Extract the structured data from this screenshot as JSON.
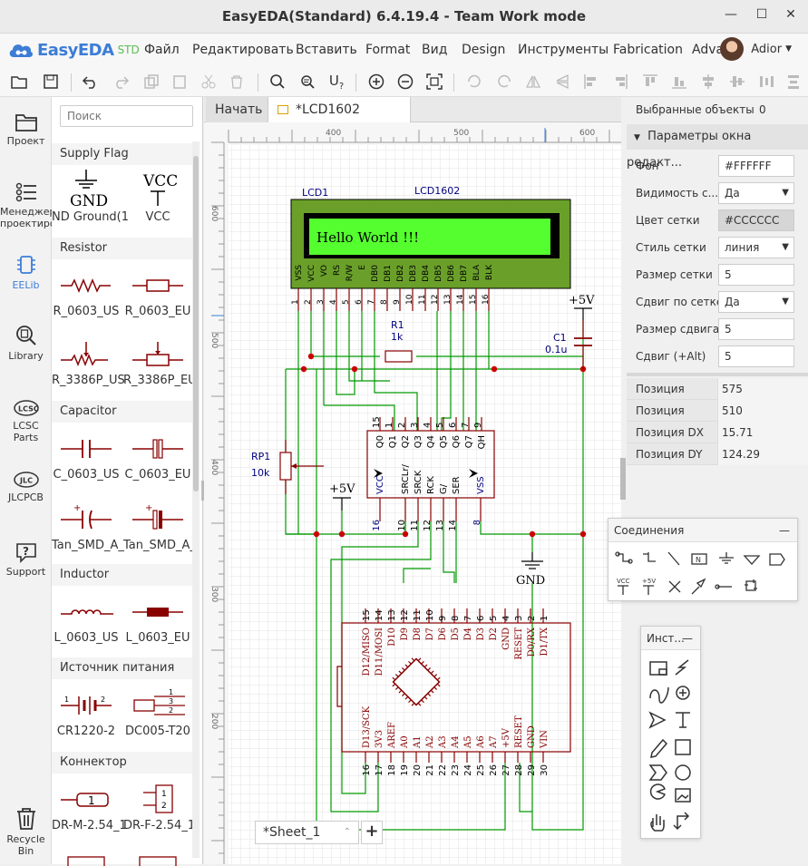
{
  "window": {
    "title": "EasyEDA(Standard) 6.4.19.4 - Team Work mode"
  },
  "logo": {
    "name": "EasyEDA",
    "edition": "STD"
  },
  "menu": [
    "Файл",
    "Редактировать",
    "Вставить",
    "Format",
    "Вид",
    "Design",
    "Инструменты",
    "Fabrication",
    "Advan"
  ],
  "user": {
    "name": "Adior"
  },
  "nav": {
    "project": "Проект",
    "manager": [
      "Менеджер",
      "проектиро"
    ],
    "eelib": "EELib",
    "library": "Library",
    "lcsc": [
      "LCSC",
      "Parts"
    ],
    "jlcpcb": "JLCPCB",
    "support": "Support",
    "recycle": [
      "Recycle",
      "Bin"
    ]
  },
  "library": {
    "search_placeholder": "Поиск",
    "categories": {
      "supply": "Supply Flag",
      "resistor": "Resistor",
      "capacitor": "Capacitor",
      "inductor": "Inductor",
      "power": "Источник питания",
      "connector": "Коннектор"
    },
    "parts": {
      "gnd": "ND Ground(1",
      "vcc": "VCC",
      "r_us": "R_0603_US",
      "r_eu": "R_0603_EU",
      "r3386_us": "R_3386P_US",
      "r3386_eu": "R_3386P_EU",
      "c_us": "C_0603_US",
      "c_eu": "C_0603_EU",
      "tan_a": "Tan_SMD_A_",
      "tan_b": "Tan_SMD_A_",
      "l_us": "L_0603_US",
      "l_eu": "L_0603_EU",
      "cr1220": "CR1220-2",
      "dc005": "DC005-T20",
      "hdr_m": "DR-M-2.54_1",
      "hdr_f": "DR-F-2.54_1:"
    },
    "icon_text": {
      "gnd": "GND",
      "vcc": "VCC",
      "one": "1",
      "two": "2",
      "three": "3"
    }
  },
  "tabs": {
    "start": "Начать",
    "doc": "*LCD1602"
  },
  "ruler": {
    "top": [
      "400",
      "500",
      "600"
    ],
    "left": [
      "600",
      "500",
      "400",
      "300",
      "200"
    ]
  },
  "schematic": {
    "lcd_ref": "LCD1",
    "lcd_name": "LCD1602",
    "lcd_text": "Hello World !!!",
    "lcd_pins": [
      "VSS",
      "VCC",
      "VO",
      "RS",
      "R/W",
      "E",
      "DB0",
      "DB1",
      "DB2",
      "DB3",
      "DB4",
      "DB5",
      "DB6",
      "DB7",
      "BLA",
      "BLK"
    ],
    "lcd_pin_nums": [
      "1",
      "2",
      "3",
      "4",
      "5",
      "6",
      "7",
      "8",
      "9",
      "10",
      "11",
      "12",
      "13",
      "14",
      "15",
      "16"
    ],
    "r1": {
      "ref": "R1",
      "value": "1k"
    },
    "c1": {
      "ref": "C1",
      "value": "0.1u"
    },
    "rp1": {
      "ref": "RP1",
      "value": "10k"
    },
    "power": {
      "p5v_a": "+5V",
      "p5v_b": "+5V",
      "gnd": "GND"
    },
    "sr_pins_top": [
      "Q0",
      "Q1",
      "Q2",
      "Q3",
      "Q4",
      "Q5",
      "Q6",
      "Q7",
      "QH"
    ],
    "sr_nums_top": [
      "15",
      "1",
      "2",
      "3",
      "4",
      "5",
      "6",
      "7",
      "9"
    ],
    "sr_pins_bottom": [
      "VCC",
      "SRCLr/",
      "SRCK",
      "RCK",
      "G/",
      "SER",
      "VSS"
    ],
    "sr_nums_bottom": [
      "16",
      "10",
      "11",
      "12",
      "13",
      "14",
      "8"
    ],
    "ard_top_nums": [
      "15",
      "14",
      "13",
      "12",
      "11",
      "10",
      "9",
      "8",
      "7",
      "6",
      "5",
      "4",
      "3",
      "2",
      "1"
    ],
    "ard_top_pins": [
      "D12/MISO",
      "D11/MOSI",
      "D10",
      "D9",
      "D8",
      "D7",
      "D6",
      "D5",
      "D4",
      "D3",
      "D2",
      "GND",
      "RESET",
      "D0/RX",
      "D1/TX"
    ],
    "ard_bot_pins": [
      "D13/SCK",
      "3V3",
      "AREF",
      "A0",
      "A1",
      "A2",
      "A3",
      "A4",
      "A5",
      "A6",
      "A7",
      "+5V",
      "RESET",
      "GND",
      "VIN"
    ],
    "ard_bot_nums": [
      "16",
      "17",
      "18",
      "19",
      "20",
      "21",
      "22",
      "23",
      "24",
      "25",
      "26",
      "27",
      "28",
      "29",
      "30"
    ]
  },
  "sheet": {
    "name": "*Sheet_1",
    "add": "+"
  },
  "props": {
    "selected_label": "Выбранные объекты",
    "selected_count": "0",
    "section_title": "Параметры окна редакт...",
    "rows": [
      {
        "k": "Фон",
        "v": "#FFFFFF"
      },
      {
        "k": "Видимость с...",
        "v": "Да"
      },
      {
        "k": "Цвет сетки",
        "v": "#CCCCCC"
      },
      {
        "k": "Стиль сетки",
        "v": "линия"
      },
      {
        "k": "Размер сетки",
        "v": "5"
      },
      {
        "k": "Сдвиг по сетке",
        "v": "Да"
      },
      {
        "k": "Размер сдвига",
        "v": "5"
      },
      {
        "k": "Сдвиг (+Alt)",
        "v": "5"
      }
    ],
    "positions": [
      {
        "k": "Позиция",
        "v": "575"
      },
      {
        "k": "Позиция",
        "v": "510"
      },
      {
        "k": "Позиция DX",
        "v": "15.71"
      },
      {
        "k": "Позиция DY",
        "v": "124.29"
      }
    ]
  },
  "panels": {
    "connections": {
      "title": "Соединения",
      "min": "—",
      "vcc": "VCC",
      "p5v": "+5V",
      "n": "N"
    },
    "tools": {
      "title": "Инст...",
      "min": "—"
    }
  },
  "colors": {
    "wire": "#009900",
    "symbol": "#880000",
    "lcd_body": "#6aa02a",
    "lcd_screen": "#55ff2f",
    "accent": "#3c7dd6"
  }
}
